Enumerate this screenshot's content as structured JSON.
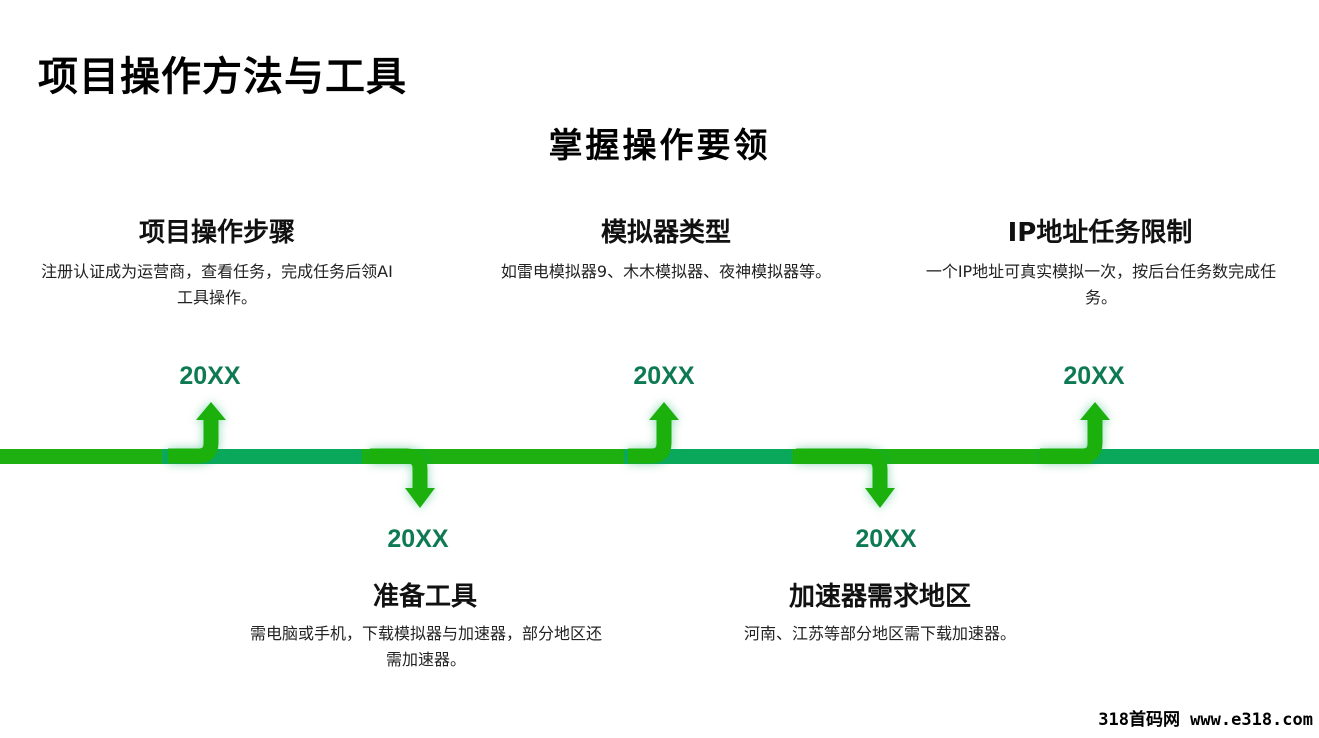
{
  "page_title": "项目操作方法与工具",
  "subtitle": "掌握操作要领",
  "steps": [
    {
      "year": "20XX",
      "title": "项目操作步骤",
      "desc": "注册认证成为运营商，查看任务，完成任务后领AI工具操作。",
      "direction": "up"
    },
    {
      "year": "20XX",
      "title": "准备工具",
      "desc": "需电脑或手机，下载模拟器与加速器，部分地区还需加速器。",
      "direction": "down"
    },
    {
      "year": "20XX",
      "title": "模拟器类型",
      "desc": "如雷电模拟器9、木木模拟器、夜神模拟器等。",
      "direction": "up"
    },
    {
      "year": "20XX",
      "title": "加速器需求地区",
      "desc": "河南、江苏等部分地区需下载加速器。",
      "direction": "down"
    },
    {
      "year": "20XX",
      "title": "IP地址任务限制",
      "desc": "一个IP地址可真实模拟一次，按后台任务数完成任务。",
      "direction": "up"
    }
  ],
  "colors": {
    "line_green": "#1db010",
    "line_teal": "#0aa85a",
    "arrow_green": "#1db010",
    "year_color": "#0e7a53"
  },
  "watermark": "318首码网 www.e318.com"
}
